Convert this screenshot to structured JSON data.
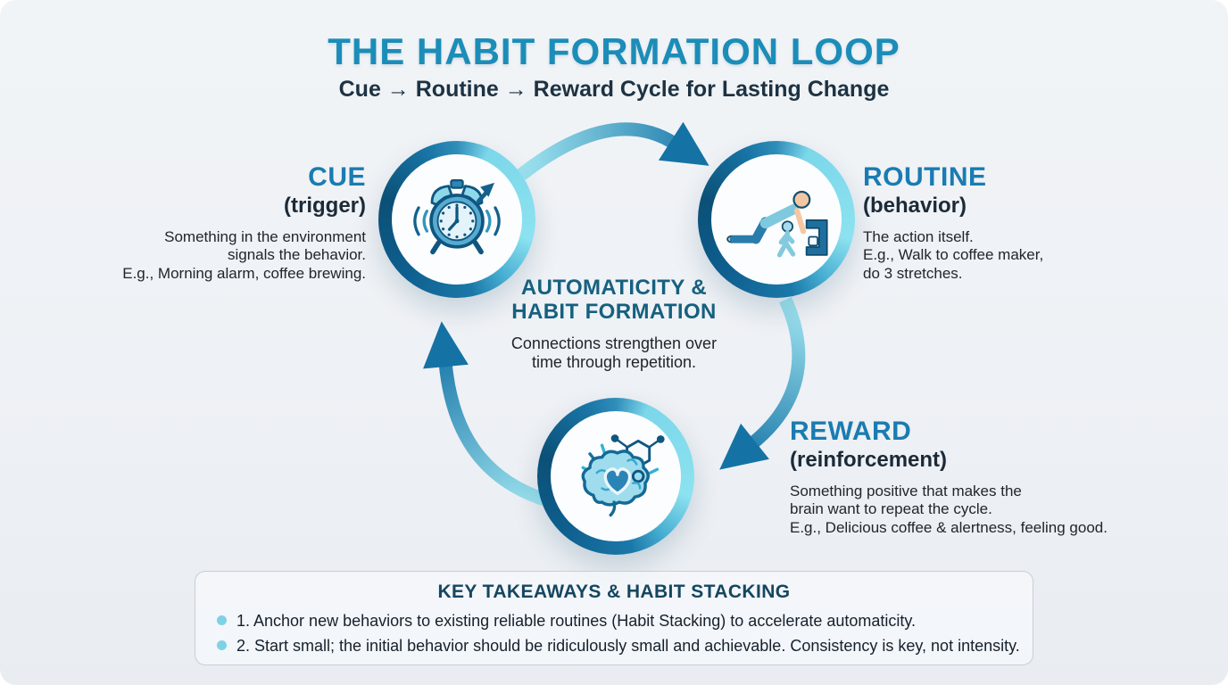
{
  "header": {
    "title": "THE HABIT FORMATION LOOP",
    "subtitle": "Cue → Routine → Reward Cycle for Lasting Change"
  },
  "nodes": {
    "cue": {
      "heading": "CUE",
      "qualifier": "(trigger)",
      "lines": [
        "Something in the environment",
        "signals the behavior.",
        "E.g., Morning alarm, coffee brewing."
      ],
      "icon": "alarm-clock-icon"
    },
    "routine": {
      "heading": "ROUTINE",
      "qualifier": "(behavior)",
      "lines": [
        "The action itself.",
        "E.g., Walk to coffee maker,",
        "do 3 stretches."
      ],
      "icon": "stretching-person-icon"
    },
    "reward": {
      "heading": "REWARD",
      "qualifier": "(reinforcement)",
      "lines": [
        "Something positive that makes the",
        "brain want to repeat the cycle.",
        "E.g., Delicious coffee & alertness, feeling good."
      ],
      "icon": "brain-reward-icon"
    }
  },
  "center": {
    "heading_lines": [
      "AUTOMATICITY &",
      "HABIT FORMATION"
    ],
    "body_lines": [
      "Connections strengthen over",
      "time through repetition."
    ]
  },
  "takeaways": {
    "heading": "KEY TAKEAWAYS & HABIT STACKING",
    "items": [
      "1. Anchor new behaviors to existing reliable routines (Habit Stacking) to accelerate automaticity.",
      "2. Start small; the initial behavior should be ridiculously small and achievable. Consistency is key, not intensity."
    ]
  },
  "colors": {
    "title_teal": "#1b8db8",
    "subtitle_navy": "#1d3242",
    "node_heading_blue": "#1a7cb1",
    "center_heading_teal": "#16607f",
    "takeaway_heading_teal": "#15465f",
    "ring_dark_blue": "#0e5e8e",
    "ring_cyan": "#8ce2f0",
    "arrow_dark": "#1673a6",
    "arrow_light": "#8fdeee",
    "bullet_cyan": "#7ed2e5",
    "background": "#eef1f5"
  }
}
